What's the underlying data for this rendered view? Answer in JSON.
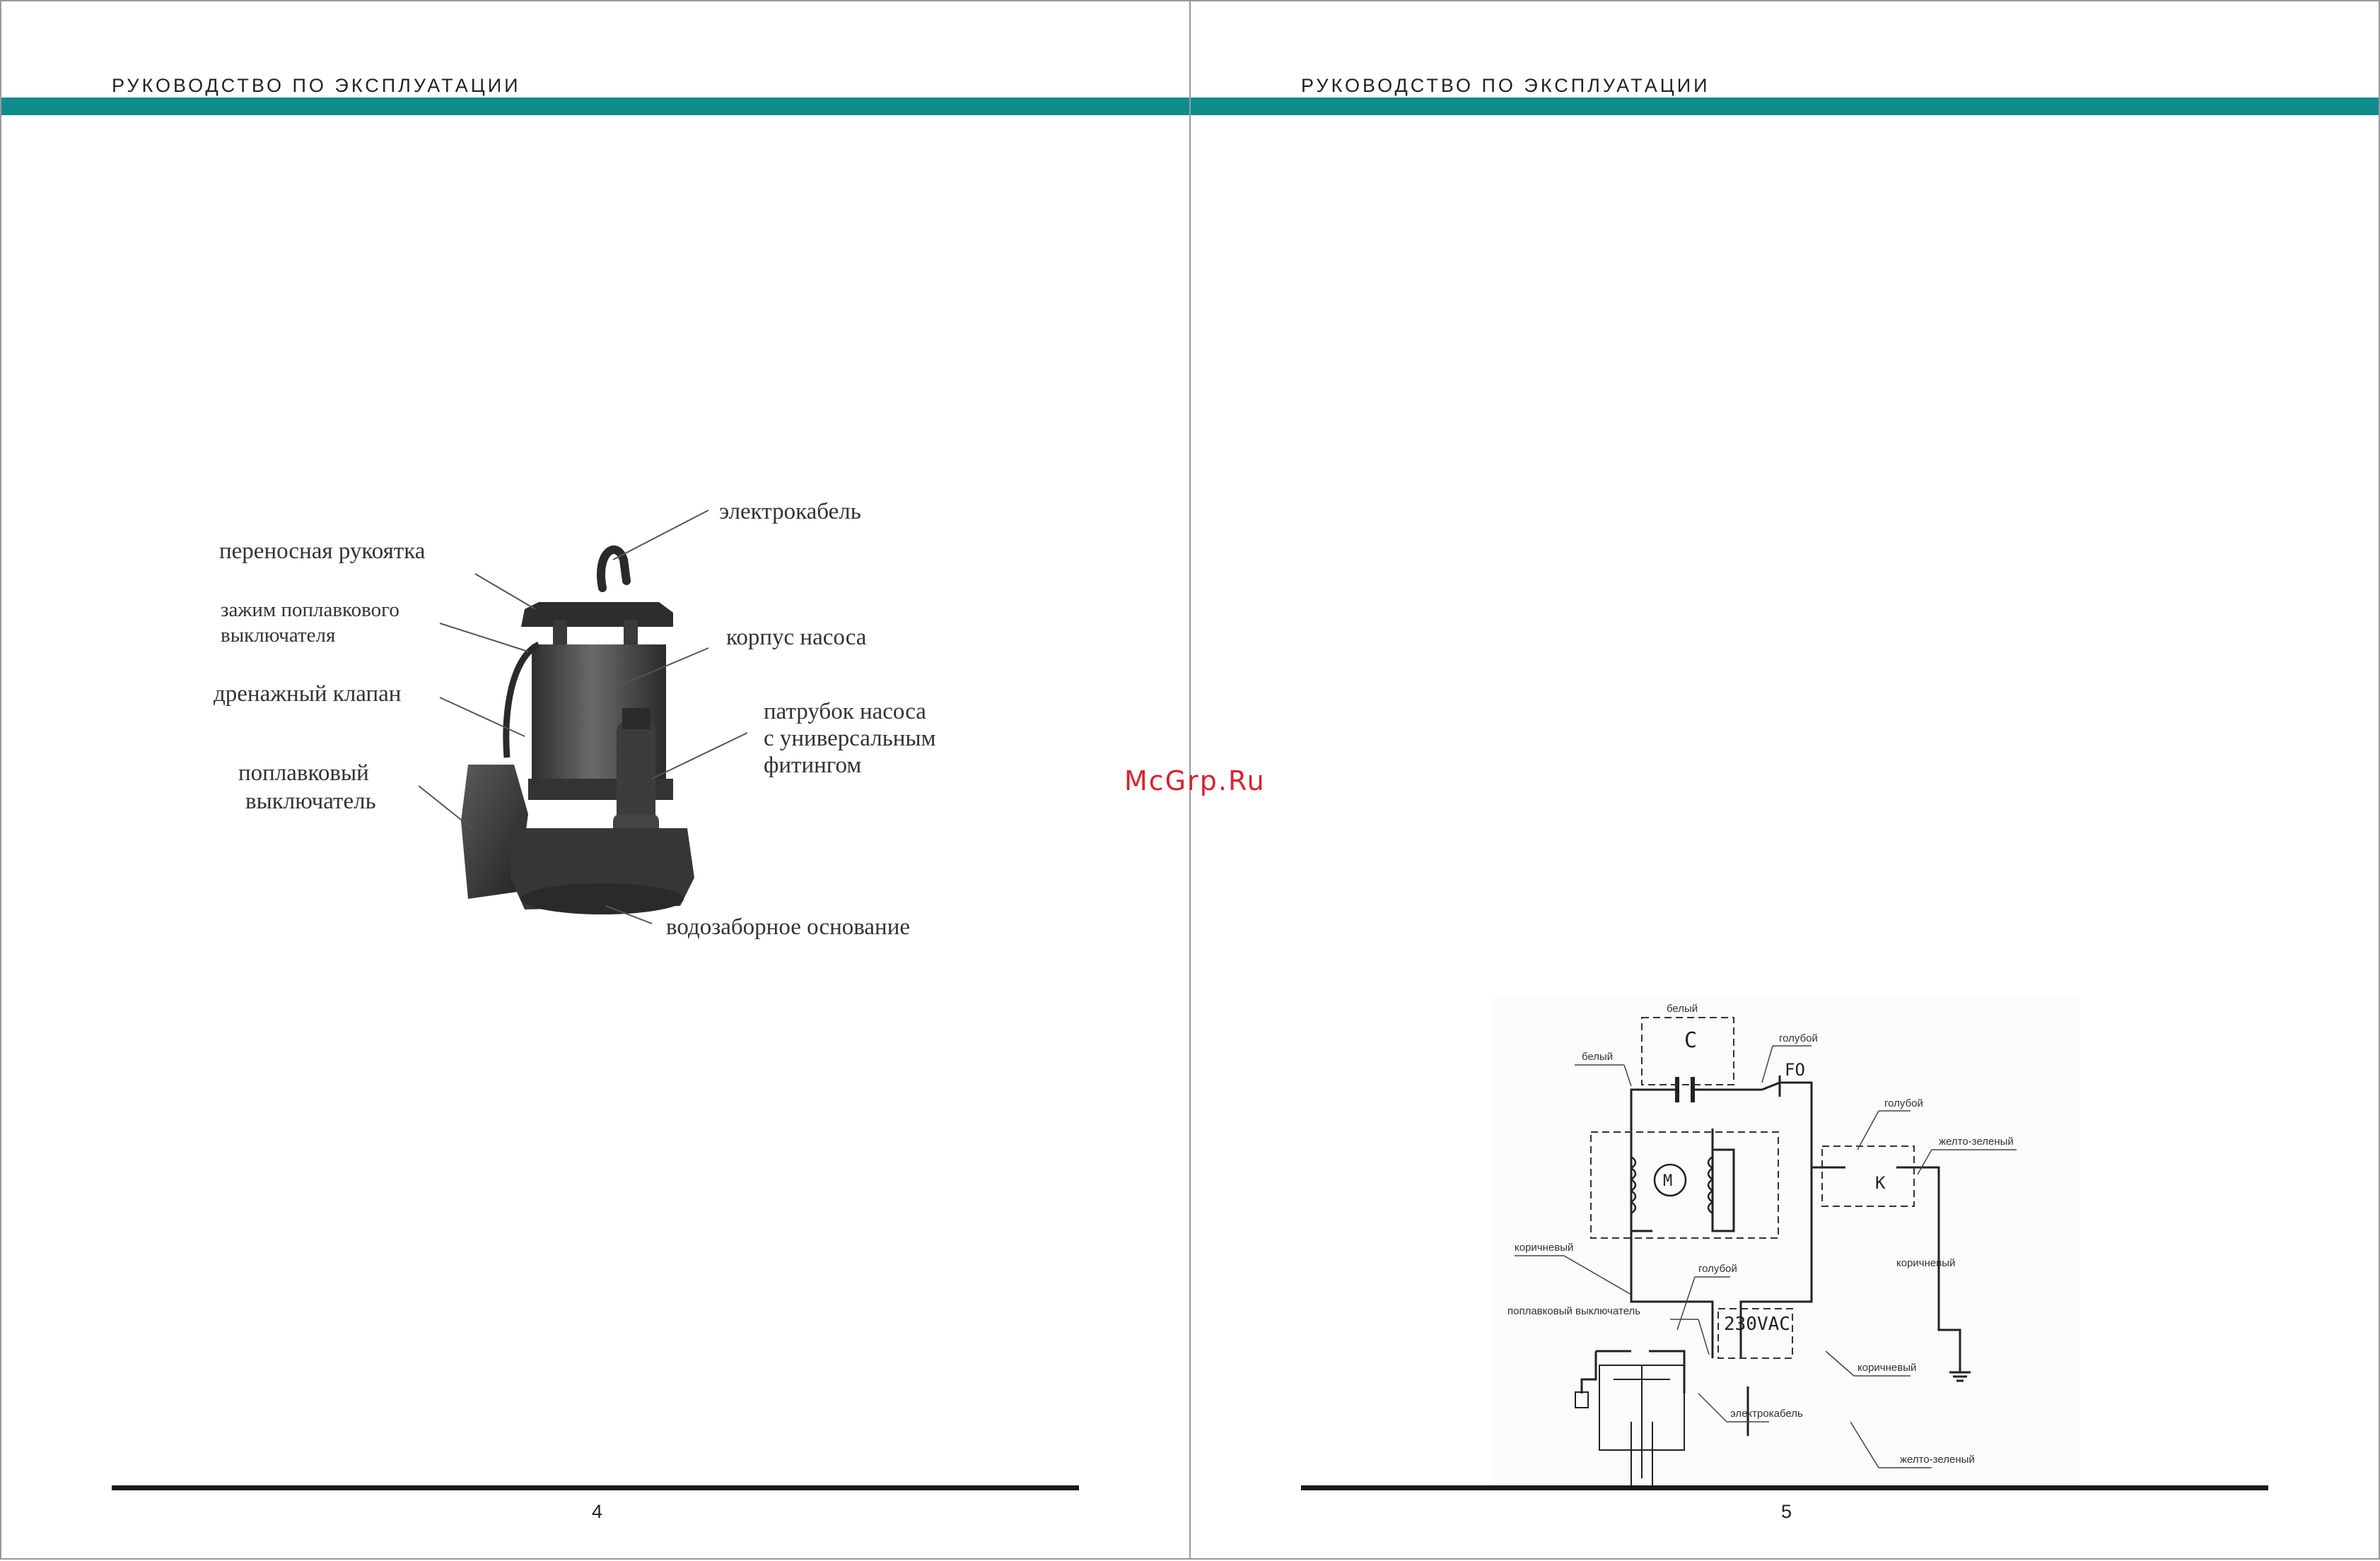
{
  "header": {
    "title": "РУКОВОДСТВО ПО ЭКСПЛУАТАЦИИ"
  },
  "pages": [
    {
      "number": "4"
    },
    {
      "number": "5"
    }
  ],
  "watermark": "McGrp.Ru",
  "colors": {
    "header_bar": "#0f8c8c",
    "watermark": "#d9232d",
    "footer_line": "#1a1a1a"
  },
  "pump_figure": {
    "labels": {
      "cable": "электрокабель",
      "handle": "переносная рукоятка",
      "clamp_l1": "зажим поплавкового",
      "clamp_l2": "выключателя",
      "body": "корпус насоса",
      "drain": "дренажный клапан",
      "outlet_l1": "патрубок насоса",
      "outlet_l2": "с универсальным",
      "outlet_l3": "фитингом",
      "float_l1": "поплавковый",
      "float_l2": "выключатель",
      "base": "водозаборное основание"
    }
  },
  "wiring": {
    "symbols": {
      "capacitor": "C",
      "fuse": "FO",
      "motor": "M",
      "relay": "K",
      "supply": "230VAC"
    },
    "labels": {
      "white_top": "белый",
      "white_left": "белый",
      "blue_fuse": "голубой",
      "blue_right": "голубой",
      "yellow_green_top": "желто-зеленый",
      "brown_left": "коричневый",
      "blue_mid": "голубой",
      "brown_right": "коричневый",
      "float_switch": "поплавковый выключатель",
      "brown_bottom": "коричневый",
      "cable": "электрокабель",
      "yellow_green_bottom": "желто-зеленый"
    }
  }
}
